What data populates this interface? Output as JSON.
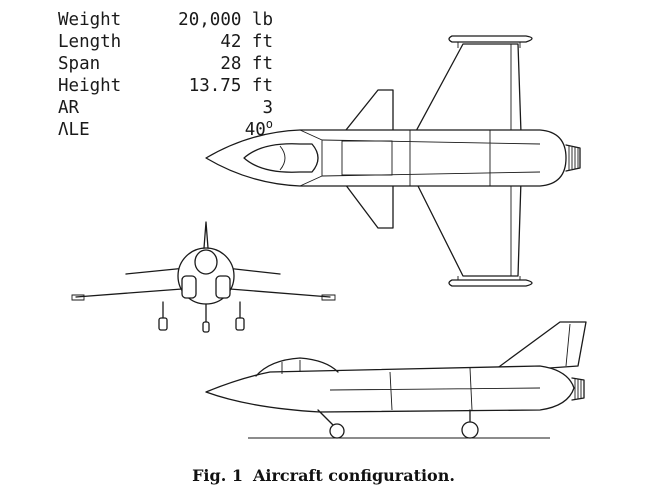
{
  "specs": [
    {
      "label": "Weight",
      "value": "20,000 lb"
    },
    {
      "label": "Length",
      "value": "42 ft"
    },
    {
      "label": "Span",
      "value": "28 ft"
    },
    {
      "label": "Height",
      "value": "13.75 ft"
    },
    {
      "label": "AR",
      "value": "3"
    },
    {
      "label": "ΛLE",
      "value": "40",
      "sup": "o"
    }
  ],
  "caption": {
    "figure_number": "Fig. 1",
    "text": "Aircraft configuration."
  }
}
